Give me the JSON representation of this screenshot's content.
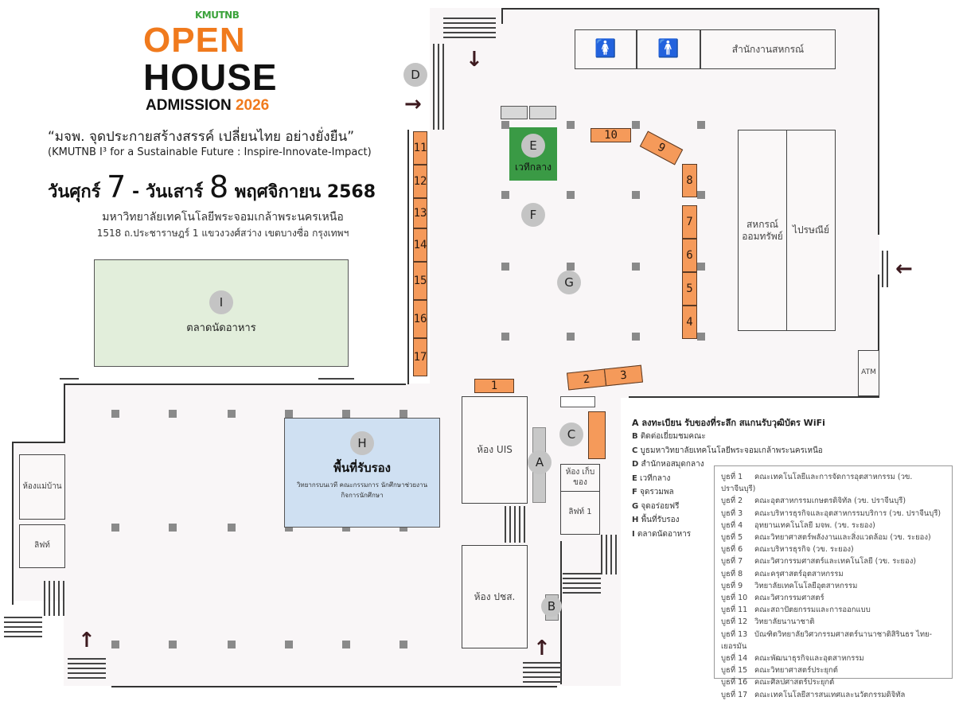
{
  "header": {
    "brand_small": "KMUTNB",
    "logo_line1": "OPEN",
    "logo_line2": "HOUSE",
    "logo_line3": "ADMISSION",
    "logo_year": "2026",
    "slogan_th": "“มจพ. จุดประกายสร้างสรรค์ เปลี่ยนไทย อย่างยั่งยืน”",
    "slogan_en": "(KMUTNB I³ for a Sustainable Future : Inspire-Innovate-Impact)",
    "date_prefix": "วันศุกร์",
    "date_day1": "7",
    "date_mid": "- วันเสาร์",
    "date_day2": "8",
    "date_suffix": "พฤศจิกายน 2568",
    "university": "มหาวิทยาลัยเทคโนโลยีพระจอมเกล้าพระนครเหนือ",
    "address": "1518 ถ.ประชาราษฎร์ 1  แขวงวงศ์สว่าง  เขตบางซื่อ  กรุงเทพฯ"
  },
  "rooms": {
    "restroom_female": "female-restroom",
    "restroom_male": "male-restroom",
    "coop_office": "สำนักงานสหกรณ์",
    "coop_savings": "สหกรณ์ ออมทรัพย์",
    "post_office": "ไปรษณีย์",
    "atm": "ATM",
    "uis_room": "ห้อง UIS",
    "storage_room": "ห้อง เก็บของ",
    "lift1": "ลิฟท์ 1",
    "pr_room": "ห้อง ปชส.",
    "housekeeping": "ห้องแม่บ้าน",
    "lift": "ลิฟท์",
    "food_market": "ตลาดนัดอาหาร",
    "stage": "เวทีกลาง",
    "reception_title": "พื้นที่รับรอง",
    "reception_sub": "วิทยากรบนเวที คณะกรรมการ นักศึกษาช่วยงาน กิจการนักศึกษา"
  },
  "markers": [
    "A",
    "B",
    "C",
    "D",
    "E",
    "F",
    "G",
    "H",
    "I"
  ],
  "booths": [
    "1",
    "2",
    "3",
    "4",
    "5",
    "6",
    "7",
    "8",
    "9",
    "10",
    "11",
    "12",
    "13",
    "14",
    "15",
    "16",
    "17"
  ],
  "legend": {
    "A": "A ลงทะเบียน รับของที่ระลึก สแกนรับวุฒิบัตร WiFi",
    "items": [
      {
        "key": "B",
        "label": "ติดต่อเยี่ยมชมคณะ"
      },
      {
        "key": "C",
        "label": "บูธมหาวิทยาลัยเทคโนโลยีพระจอมเกล้าพระนครเหนือ"
      },
      {
        "key": "D",
        "label": "สำนักหอสมุดกลาง"
      },
      {
        "key": "E",
        "label": "เวทีกลาง"
      },
      {
        "key": "F",
        "label": "จุดรวมพล"
      },
      {
        "key": "G",
        "label": "จุดอร่อยฟรี"
      },
      {
        "key": "H",
        "label": "พื้นที่รับรอง"
      },
      {
        "key": "I",
        "label": "ตลาดนัดอาหาร"
      }
    ]
  },
  "booth_list": [
    {
      "num": "บูธที่ 1",
      "label": "คณะเทคโนโลยีและการจัดการอุตสาหกรรม (วข. ปราจีนบุรี)"
    },
    {
      "num": "บูธที่ 2",
      "label": "คณะอุตสาหกรรมเกษตรดิจิทัล (วข. ปราจีนบุรี)"
    },
    {
      "num": "บูธที่ 3",
      "label": "คณะบริหารธุรกิจและอุตสาหกรรมบริการ (วข. ปราจีนบุรี)"
    },
    {
      "num": "บูธที่ 4",
      "label": "อุทยานเทคโนโลยี มจพ. (วข. ระยอง)"
    },
    {
      "num": "บูธที่ 5",
      "label": "คณะวิทยาศาสตร์พลังงานและสิ่งแวดล้อม (วข. ระยอง)"
    },
    {
      "num": "บูธที่ 6",
      "label": "คณะบริหารธุรกิจ (วข. ระยอง)"
    },
    {
      "num": "บูธที่ 7",
      "label": "คณะวิศวกรรมศาสตร์และเทคโนโลยี (วข. ระยอง)"
    },
    {
      "num": "บูธที่ 8",
      "label": "คณะครุศาสตร์อุตสาหกรรม"
    },
    {
      "num": "บูธที่ 9",
      "label": "วิทยาลัยเทคโนโลยีอุตสาหกรรม"
    },
    {
      "num": "บูธที่ 10",
      "label": "คณะวิศวกรรมศาสตร์"
    },
    {
      "num": "บูธที่ 11",
      "label": "คณะสถาปัตยกรรมและการออกแบบ"
    },
    {
      "num": "บูธที่ 12",
      "label": "วิทยาลัยนานาชาติ"
    },
    {
      "num": "บูธที่ 13",
      "label": "บัณฑิตวิทยาลัยวิศวกรรมศาสตร์นานาชาติสิรินธร ไทย-เยอรมัน"
    },
    {
      "num": "บูธที่ 14",
      "label": "คณะพัฒนาธุรกิจและอุตสาหกรรม"
    },
    {
      "num": "บูธที่ 15",
      "label": "คณะวิทยาศาสตร์ประยุกต์"
    },
    {
      "num": "บูธที่ 16",
      "label": "คณะศิลปศาสตร์ประยุกต์"
    },
    {
      "num": "บูธที่ 17",
      "label": "คณะเทคโนโลยีสารสนเทศและนวัตกรรมดิจิทัล"
    }
  ],
  "colors": {
    "brand_orange": "#f07a1d",
    "booth_fill": "#f59a5a",
    "stage_green": "#3a9a45",
    "reception_blue": "#cfe0f2",
    "market_green": "#e2eedb",
    "marker_gray": "#c4c4c4",
    "arrow": "#3d1a1f"
  }
}
